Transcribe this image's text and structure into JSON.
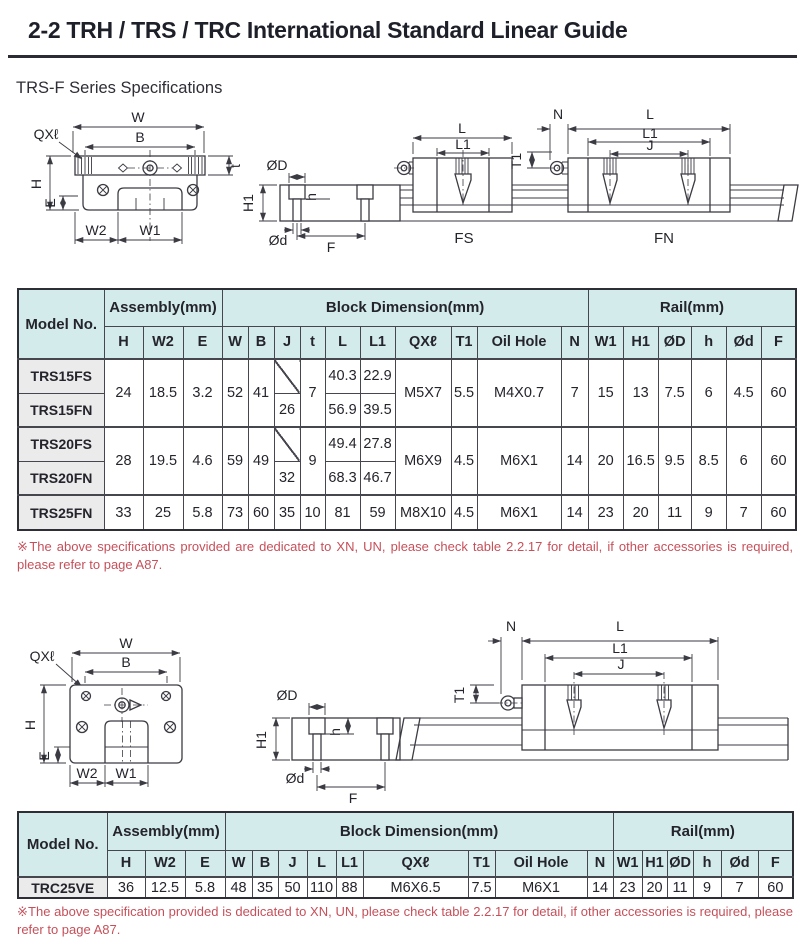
{
  "page": {
    "title": "2-2 TRH / TRS / TRC International Standard Linear Guide",
    "subtitle": "TRS-F Series Specifications"
  },
  "colors": {
    "header_bg": "#d4ebec",
    "model_cell_bg": "#ebebeb",
    "note_red": "#c6505a",
    "rule_dark": "#2b2b33",
    "table_border": "#46464e"
  },
  "drawings": {
    "labels": {
      "w": "W",
      "b": "B",
      "qxl": "QXℓ",
      "h": "H",
      "e": "E",
      "w2": "W2",
      "w1": "W1",
      "t": "t",
      "od_big": "ØD",
      "h1": "H1",
      "h_small": "h",
      "od_small": "Ød",
      "f": "F",
      "l": "L",
      "l1": "L1",
      "n": "N",
      "j": "J",
      "t1": "T1"
    },
    "captions": {
      "fs": "FS",
      "fn": "FN"
    }
  },
  "table1": {
    "header": {
      "model": "Model No.",
      "assembly": "Assembly(mm)",
      "block": "Block Dimension(mm)",
      "rail": "Rail(mm)",
      "cols": [
        "H",
        "W2",
        "E",
        "W",
        "B",
        "J",
        "t",
        "L",
        "L1",
        "QXℓ",
        "T1",
        "Oil Hole",
        "N",
        "W1",
        "H1",
        "ØD",
        "h",
        "Ød",
        "F"
      ]
    },
    "g1": {
      "model_fs": "TRS15FS",
      "model_fn": "TRS15FN",
      "h": "24",
      "w2": "18.5",
      "e": "3.2",
      "w": "52",
      "b": "41",
      "j_fn": "26",
      "t": "7",
      "l_fs": "40.3",
      "l_fn": "56.9",
      "l1_fs": "22.9",
      "l1_fn": "39.5",
      "qxl": "M5X7",
      "t1": "5.5",
      "oil_hole": "M4X0.7",
      "n": "7",
      "w1": "15",
      "h1": "13",
      "od_big": "7.5",
      "h_small": "6",
      "od_small": "4.5",
      "f": "60"
    },
    "g2": {
      "model_fs": "TRS20FS",
      "model_fn": "TRS20FN",
      "h": "28",
      "w2": "19.5",
      "e": "4.6",
      "w": "59",
      "b": "49",
      "j_fn": "32",
      "t": "9",
      "l_fs": "49.4",
      "l_fn": "68.3",
      "l1_fs": "27.8",
      "l1_fn": "46.7",
      "qxl": "M6X9",
      "t1": "4.5",
      "oil_hole": "M6X1",
      "n": "14",
      "w1": "20",
      "h1": "16.5",
      "od_big": "9.5",
      "h_small": "8.5",
      "od_small": "6",
      "f": "60"
    },
    "g3": {
      "model": "TRS25FN",
      "h": "33",
      "w2": "25",
      "e": "5.8",
      "w": "73",
      "b": "60",
      "j": "35",
      "t": "10",
      "l": "81",
      "l1": "59",
      "qxl": "M8X10",
      "t1": "4.5",
      "oil_hole": "M6X1",
      "n": "14",
      "w1": "23",
      "h1": "20",
      "od_big": "11",
      "h_small": "9",
      "od_small": "7",
      "f": "60"
    }
  },
  "note1": "※The above specifications provided are dedicated to XN, UN, please check table 2.2.17 for detail, if other accessories is required, please refer to page A87.",
  "table2": {
    "header": {
      "model": "Model No.",
      "assembly": "Assembly(mm)",
      "block": "Block Dimension(mm)",
      "rail": "Rail(mm)",
      "cols": [
        "H",
        "W2",
        "E",
        "W",
        "B",
        "J",
        "L",
        "L1",
        "QXℓ",
        "T1",
        "Oil Hole",
        "N",
        "W1",
        "H1",
        "ØD",
        "h",
        "Ød",
        "F"
      ]
    },
    "row": {
      "model": "TRC25VE",
      "values": [
        "36",
        "12.5",
        "5.8",
        "48",
        "35",
        "50",
        "110",
        "88",
        "M6X6.5",
        "7.5",
        "M6X1",
        "14",
        "23",
        "20",
        "11",
        "9",
        "7",
        "60"
      ]
    }
  },
  "note2": "※The above specification provided is dedicated to XN, UN, please check table 2.2.17 for detail, if other accessories is required, please refer to page A87."
}
